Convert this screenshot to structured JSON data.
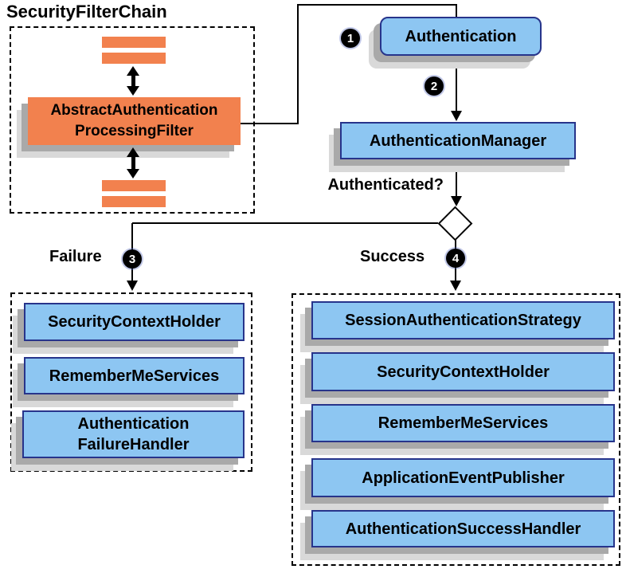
{
  "colors": {
    "orange": "#F2814E",
    "blue_fill": "#8DC6F2",
    "blue_border": "#27348B",
    "shadow_dark": "#A9A9A9",
    "shadow_light": "#D9D9D9"
  },
  "security_filter_chain": {
    "title": "SecurityFilterChain",
    "filter_box": {
      "line1": "AbstractAuthentication",
      "line2": "ProcessingFilter"
    }
  },
  "flow": {
    "authentication_label": "Authentication",
    "authentication_manager_label": "AuthenticationManager",
    "authenticated_question": "Authenticated?",
    "failure_label": "Failure",
    "success_label": "Success",
    "badges": {
      "one": "1",
      "two": "2",
      "three": "3",
      "four": "4"
    }
  },
  "failure_outcomes": {
    "boxes": [
      {
        "label": "SecurityContextHolder"
      },
      {
        "label": "RememberMeServices"
      },
      {
        "line1": "Authentication",
        "line2": "FailureHandler"
      }
    ]
  },
  "success_outcomes": {
    "boxes": [
      {
        "label": "SessionAuthenticationStrategy"
      },
      {
        "label": "SecurityContextHolder"
      },
      {
        "label": "RememberMeServices"
      },
      {
        "label": "ApplicationEventPublisher"
      },
      {
        "label": "AuthenticationSuccessHandler"
      }
    ]
  }
}
